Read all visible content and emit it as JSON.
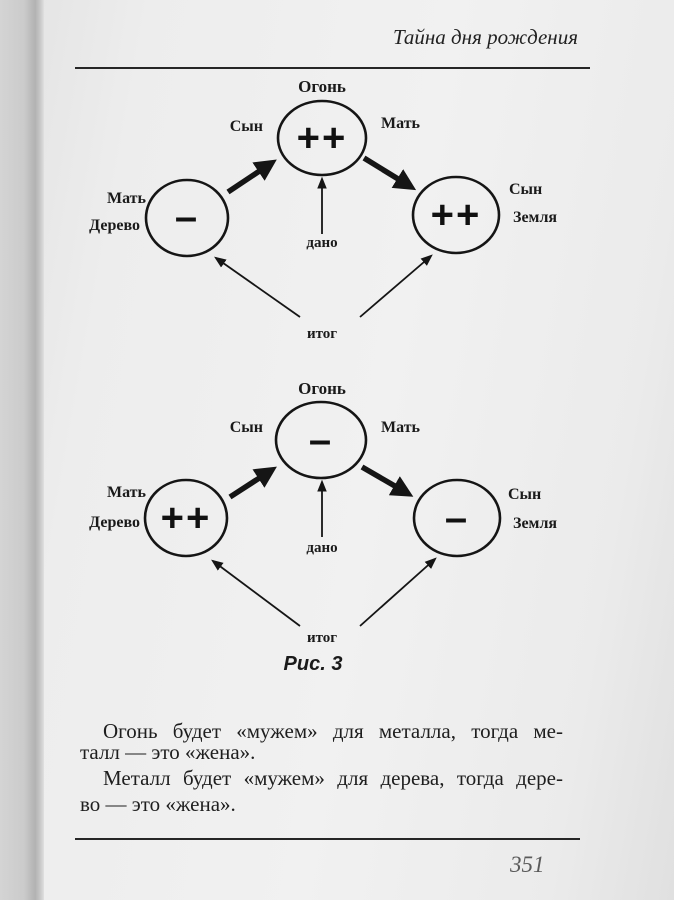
{
  "header": {
    "title": "Тайна дня рождения"
  },
  "figure": {
    "caption": "Рис. 3",
    "diagrams": [
      {
        "top": {
          "element": "Огонь",
          "sign": "++",
          "left_label": "Сын",
          "right_label": "Мать"
        },
        "left": {
          "sign": "–",
          "labels": [
            "Мать",
            "Дерево"
          ]
        },
        "right": {
          "sign": "++",
          "labels": [
            "Сын",
            "Земля"
          ]
        },
        "given_label": "дано",
        "result_label": "итог"
      },
      {
        "top": {
          "element": "Огонь",
          "sign": "–",
          "left_label": "Сын",
          "right_label": "Мать"
        },
        "left": {
          "sign": "++",
          "labels": [
            "Мать",
            "Дерево"
          ]
        },
        "right": {
          "sign": "–",
          "labels": [
            "Сын",
            "Земля"
          ]
        },
        "given_label": "дано",
        "result_label": "итог"
      }
    ]
  },
  "body": {
    "paragraphs": [
      {
        "lines": [
          "Огонь будет «мужем» для металла, тогда ме-",
          "талл — это «жена»."
        ]
      },
      {
        "lines": [
          "Металл будет «мужем» для дерева, тогда дере-",
          "во — это «жена»."
        ]
      }
    ]
  },
  "footer": {
    "page_number": "351"
  },
  "colors": {
    "ink": "#1a1a1a",
    "paper": "#efefef"
  }
}
